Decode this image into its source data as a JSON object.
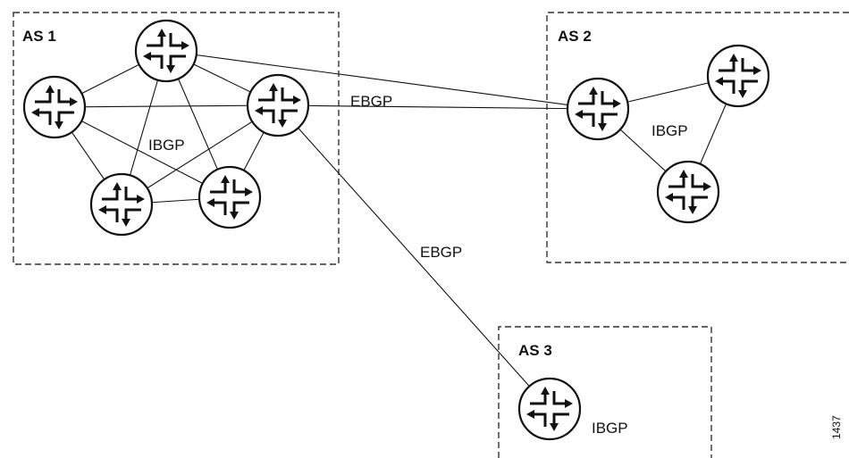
{
  "autonomous_systems": [
    {
      "id": "as1",
      "label": "AS 1",
      "internal_label": "IBGP"
    },
    {
      "id": "as2",
      "label": "AS 2",
      "internal_label": "IBGP"
    },
    {
      "id": "as3",
      "label": "AS 3",
      "internal_label": "IBGP"
    }
  ],
  "external_links": [
    {
      "from": "as1",
      "to": "as2",
      "label": "EBGP"
    },
    {
      "from": "as1",
      "to": "as3",
      "label": "EBGP"
    }
  ],
  "figure_id": "1437"
}
